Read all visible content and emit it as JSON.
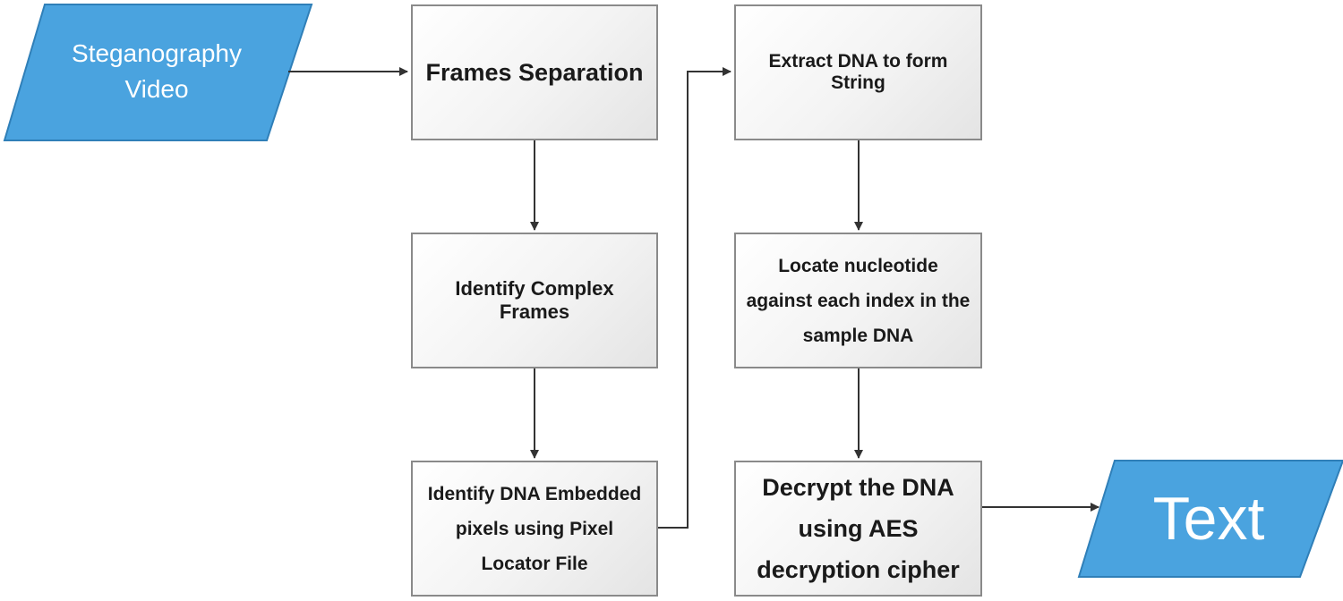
{
  "diagram": {
    "colors": {
      "parallelogram_fill": "#4aa3df",
      "parallelogram_stroke": "#2f7fb8",
      "box_border": "#8a8a8a",
      "arrow": "#333333"
    },
    "input": {
      "label": "Steganography Video"
    },
    "steps": {
      "frames_separation": "Frames Separation",
      "identify_complex_frames": "Identify Complex Frames",
      "identify_dna_pixels": "Identify DNA Embedded pixels using Pixel Locator File",
      "extract_dna": "Extract DNA to form String",
      "locate_nucleotide": "Locate nucleotide against each index in the sample DNA",
      "decrypt_dna": "Decrypt the DNA using AES decryption cipher"
    },
    "output": {
      "label": "Text"
    }
  }
}
